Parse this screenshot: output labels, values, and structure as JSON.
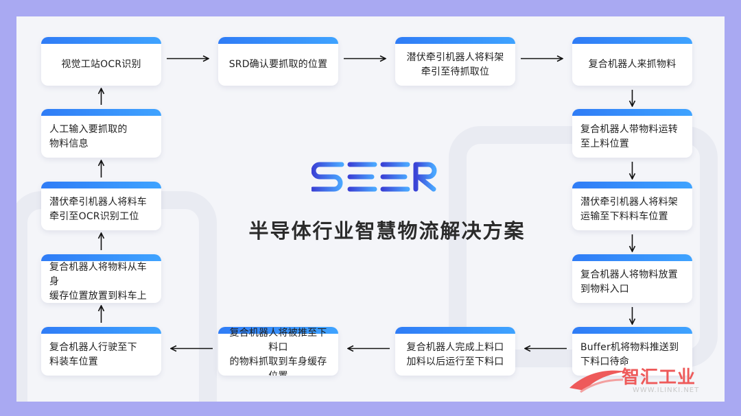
{
  "brand": {
    "logo_text": "SEER",
    "title": "半导体行业智慧物流解决方案"
  },
  "nodes": [
    {
      "id": "n1",
      "label": "视觉工站OCR识别"
    },
    {
      "id": "n2",
      "label": "SRD确认要抓取的位置"
    },
    {
      "id": "n3",
      "label": "潜伏牵引机器人将料架\n牵引至待抓取位"
    },
    {
      "id": "n4",
      "label": "复合机器人来抓物料"
    },
    {
      "id": "n5",
      "label": "复合机器人带物料运转\n至上料位置"
    },
    {
      "id": "n6",
      "label": "潜伏牵引机器人将料架\n运输至下料料车位置"
    },
    {
      "id": "n7",
      "label": "复合机器人将物料放置\n到物料入口"
    },
    {
      "id": "n8",
      "label": "Buffer机将物料推送到\n下料口待命"
    },
    {
      "id": "n9",
      "label": "复合机器人完成上料口\n加料以后运行至下料口"
    },
    {
      "id": "n10",
      "label": "复合机器人将被推至下料口\n的物料抓取到车身缓存位置"
    },
    {
      "id": "n11",
      "label": "复合机器人行驶至下\n料装车位置"
    },
    {
      "id": "n12",
      "label": "复合机器人将物料从车身\n缓存位置放置到料车上"
    },
    {
      "id": "n13",
      "label": "潜伏牵引机器人将料车\n牵引至OCR识别工位"
    },
    {
      "id": "n14",
      "label": "人工输入要抓取的\n物料信息"
    }
  ],
  "edges": [
    [
      "n1",
      "n2"
    ],
    [
      "n2",
      "n3"
    ],
    [
      "n3",
      "n4"
    ],
    [
      "n4",
      "n5"
    ],
    [
      "n5",
      "n6"
    ],
    [
      "n6",
      "n7"
    ],
    [
      "n7",
      "n8"
    ],
    [
      "n8",
      "n9"
    ],
    [
      "n9",
      "n10"
    ],
    [
      "n10",
      "n11"
    ],
    [
      "n11",
      "n12"
    ],
    [
      "n12",
      "n13"
    ],
    [
      "n13",
      "n14"
    ],
    [
      "n14",
      "n1"
    ]
  ],
  "watermark": {
    "name": "智汇工业",
    "url": "WWW.ILINKI.NET"
  },
  "colors": {
    "border": "#a9a9f2",
    "panel": "#f4f5f9",
    "node_bar": "#2f7cf6",
    "arrow": "#111111",
    "logo_gradient": [
      "#3b43d6",
      "#4aa7ff"
    ],
    "watermark": "#ee5a5a"
  }
}
